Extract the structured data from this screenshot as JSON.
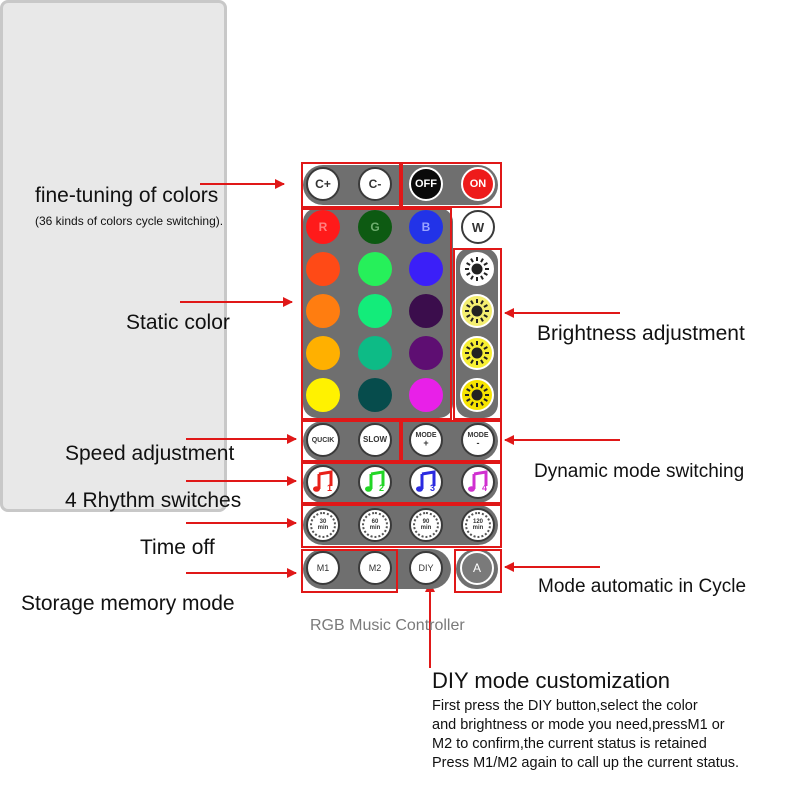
{
  "labels": {
    "fine_tuning": "fine-tuning of colors",
    "fine_tuning_sub": "(36 kinds of colors cycle switching).",
    "static_color": "Static color",
    "brightness": "Brightness adjustment",
    "speed": "Speed adjustment",
    "dynamic": "Dynamic mode switching",
    "rhythm": "4 Rhythm switches",
    "time_off": "Time off",
    "automatic": "Mode automatic in Cycle",
    "storage": "Storage memory mode",
    "diy_title": "DIY mode customization",
    "diy_desc": [
      "First press the DIY button,select the color",
      "and brightness or mode you need,pressM1 or",
      "M2 to confirm,the current status is retained",
      "Press M1/M2 again to call up the current status."
    ]
  },
  "remote": {
    "title": "RGB Music Controller",
    "buttons": {
      "c_plus": "C+",
      "c_minus": "C-",
      "off": "OFF",
      "on": "ON",
      "r": "R",
      "g": "G",
      "b": "B",
      "w": "W",
      "quick": "QUCIK",
      "slow": "SLOW",
      "mode_plus_line1": "MODE",
      "mode_plus_line2": "+",
      "mode_minus_line1": "MODE",
      "mode_minus_line2": "-",
      "rhythm": [
        "1",
        "2",
        "3",
        "4"
      ],
      "timers": [
        {
          "value": "30",
          "unit": "min"
        },
        {
          "value": "60",
          "unit": "min"
        },
        {
          "value": "90",
          "unit": "min"
        },
        {
          "value": "120",
          "unit": "min"
        }
      ],
      "m1": "M1",
      "m2": "M2",
      "diy": "DIY",
      "auto": "A"
    },
    "color_grid": [
      [
        "#ff4a16",
        "#26f05a",
        "#3b1ff8"
      ],
      [
        "#ff7d10",
        "#13ec7a",
        "#3b0d4c"
      ],
      [
        "#ffb000",
        "#0dbb86",
        "#5e0e72"
      ],
      [
        "#fff200",
        "#064c4c",
        "#e820e8"
      ]
    ],
    "rgb_colors": {
      "r": "#ff1a1a",
      "g": "#0d5a12",
      "b": "#2233e8"
    },
    "rhythm_colors": [
      "#e8201a",
      "#22d626",
      "#2a2ae0",
      "#d030d0"
    ],
    "brightness_levels": [
      "#ffffff",
      "#f4ee70",
      "#f7ef33",
      "#f6e400"
    ]
  },
  "colors": {
    "accent": "#e01818",
    "panel": "#6f6f6f",
    "body": "#e8e8e8"
  }
}
